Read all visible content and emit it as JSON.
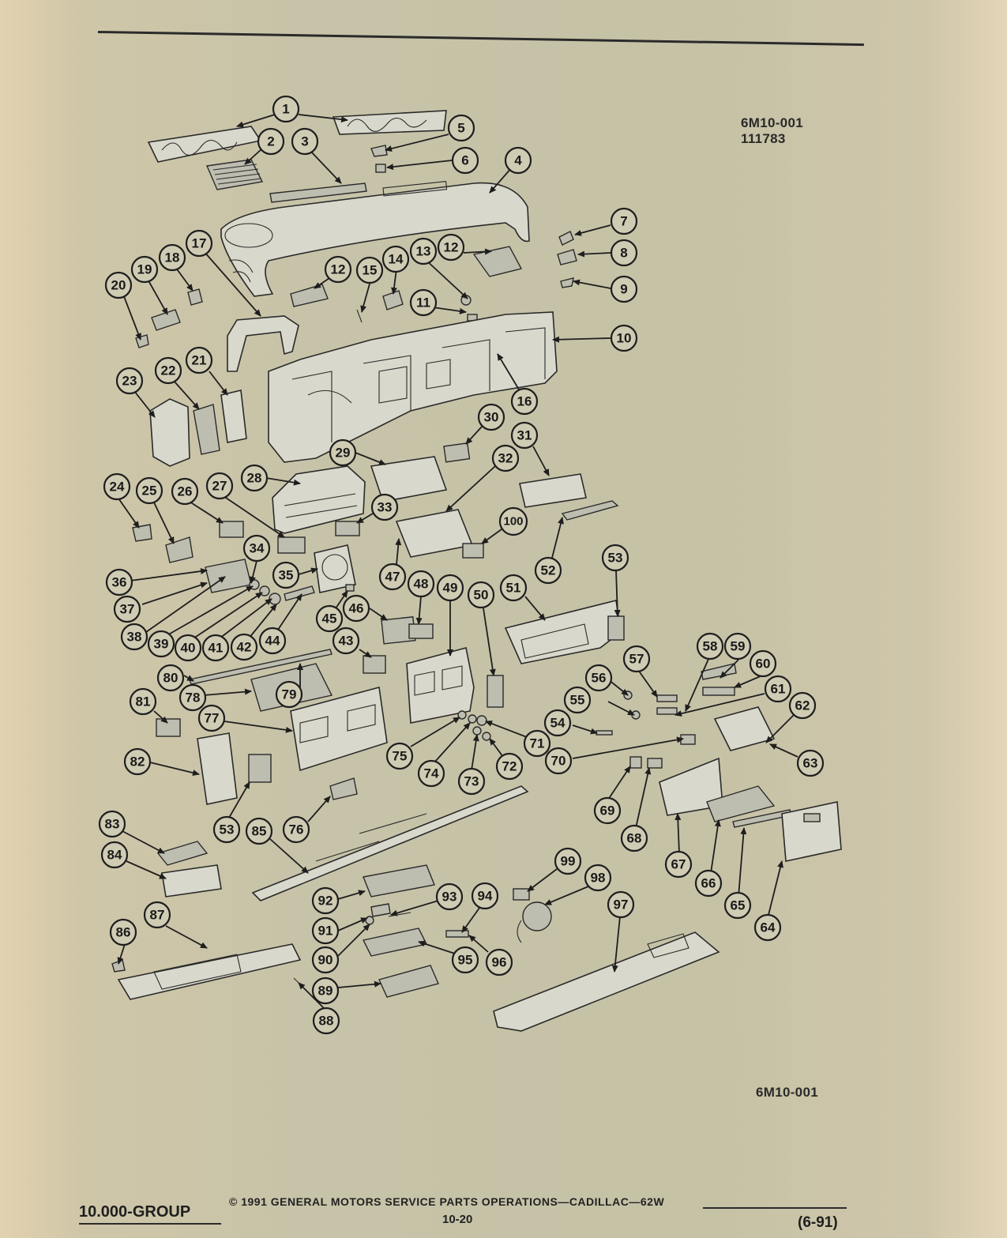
{
  "header": {
    "code": "6M10-001",
    "number": "111783"
  },
  "bottom_code": "6M10-001",
  "callouts": [
    "1",
    "2",
    "3",
    "4",
    "5",
    "6",
    "7",
    "8",
    "9",
    "10",
    "11",
    "12",
    "12",
    "13",
    "14",
    "15",
    "16",
    "17",
    "18",
    "19",
    "20",
    "21",
    "22",
    "23",
    "24",
    "25",
    "26",
    "27",
    "28",
    "29",
    "30",
    "31",
    "32",
    "33",
    "34",
    "35",
    "36",
    "37",
    "38",
    "39",
    "40",
    "41",
    "42",
    "43",
    "44",
    "45",
    "46",
    "47",
    "48",
    "49",
    "50",
    "51",
    "52",
    "53",
    "53",
    "54",
    "55",
    "56",
    "57",
    "58",
    "59",
    "60",
    "61",
    "62",
    "63",
    "64",
    "65",
    "66",
    "67",
    "68",
    "69",
    "70",
    "71",
    "72",
    "73",
    "74",
    "75",
    "76",
    "77",
    "78",
    "79",
    "80",
    "81",
    "82",
    "83",
    "84",
    "85",
    "86",
    "87",
    "88",
    "89",
    "90",
    "91",
    "92",
    "93",
    "94",
    "95",
    "96",
    "97",
    "98",
    "99",
    "100"
  ],
  "footer": {
    "group": "10.000-GROUP",
    "copyright": "© 1991  GENERAL MOTORS SERVICE PARTS OPERATIONS—CADILLAC—62W",
    "page": "10-20",
    "date": "(6-91)"
  }
}
